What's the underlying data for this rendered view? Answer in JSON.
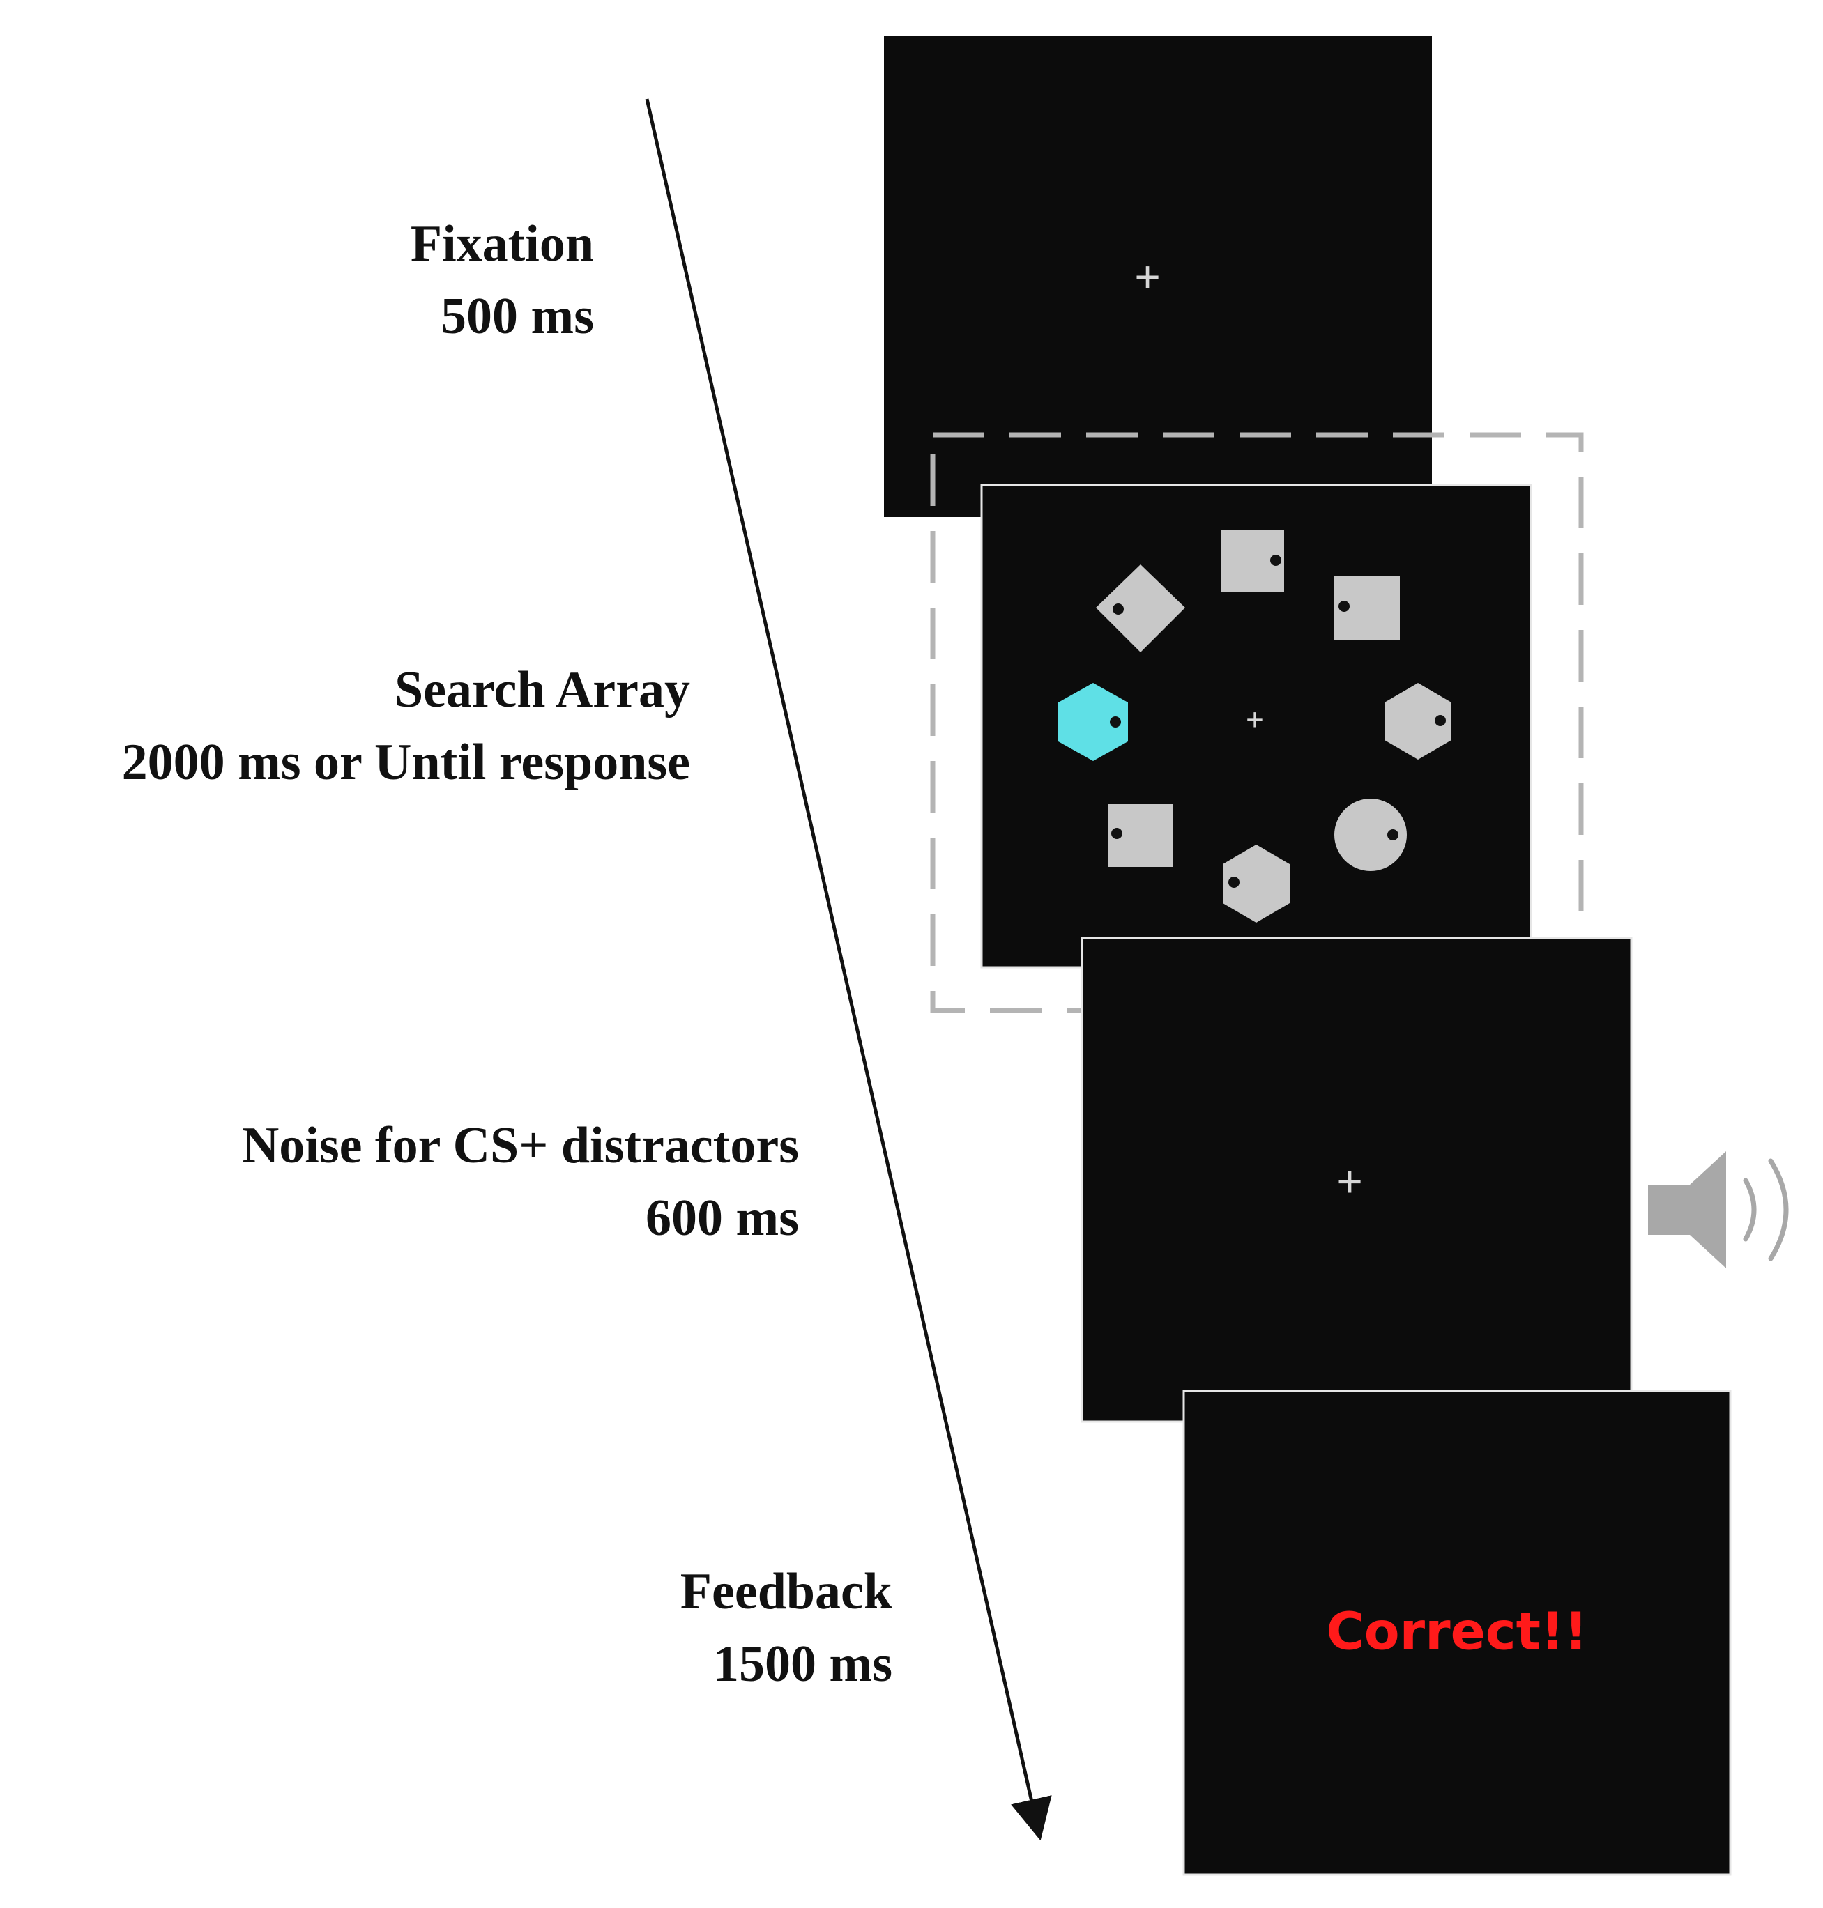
{
  "stages": [
    {
      "name": "Fixation",
      "duration": "500 ms"
    },
    {
      "name": "Search Array",
      "duration": "2000 ms or Until response"
    },
    {
      "name": "Noise for CS+ distractors",
      "duration": "600 ms"
    },
    {
      "name": "Feedback",
      "duration": "1500 ms"
    }
  ],
  "screens": {
    "fixation": {
      "symbol": "+"
    },
    "search_array": {
      "fixation_symbol": "+",
      "target_color": "#5fe0e6",
      "distractor_color": "#c8c8c8",
      "items": [
        {
          "position": "top",
          "shape": "square",
          "color": "gray"
        },
        {
          "position": "top-right",
          "shape": "square",
          "color": "gray"
        },
        {
          "position": "right",
          "shape": "hexagon",
          "color": "gray"
        },
        {
          "position": "bottom-right",
          "shape": "circle",
          "color": "gray"
        },
        {
          "position": "bottom",
          "shape": "hexagon",
          "color": "gray"
        },
        {
          "position": "bottom-left",
          "shape": "square",
          "color": "gray"
        },
        {
          "position": "left",
          "shape": "hexagon",
          "color": "cyan"
        },
        {
          "position": "top-left",
          "shape": "diamond",
          "color": "gray"
        }
      ]
    },
    "noise": {
      "symbol": "+",
      "icon": "speaker-icon"
    },
    "feedback": {
      "text": "Correct!!",
      "color": "#ff1a1a"
    }
  },
  "colors": {
    "screen_bg": "#0c0c0c",
    "dashed_frame": "#b4b4b4",
    "speaker": "#a8a8a8"
  }
}
